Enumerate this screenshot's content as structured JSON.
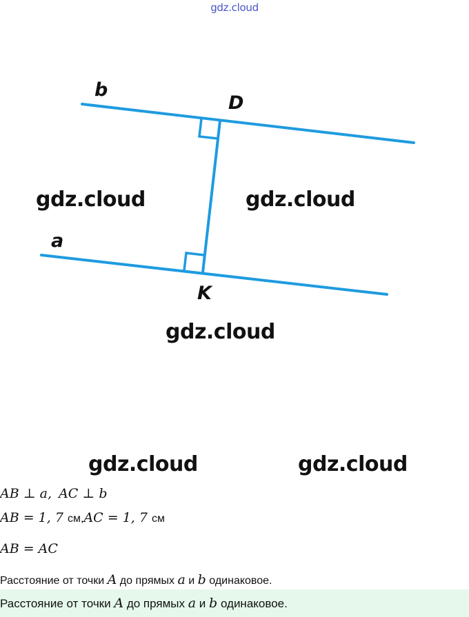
{
  "top_watermark": "gdz.cloud",
  "watermarks": [
    "gdz.cloud",
    "gdz.cloud",
    "gdz.cloud",
    "gdz.cloud",
    "gdz.cloud"
  ],
  "diagram": {
    "line_color": "#1e9be0",
    "labels": {
      "b": "b",
      "a": "a",
      "D": "D",
      "K": "K"
    }
  },
  "solution": {
    "line1": {
      "ab": "AB",
      "perp1": "⊥",
      "a": "a,",
      "ac": "AC",
      "perp2": "⊥",
      "b": "b"
    },
    "line2": {
      "ab": "AB = 1, 7",
      "unit1": "см",
      "comma": ",",
      "ac": "AC = 1, 7",
      "unit2": "см"
    },
    "line3": "AB = AC",
    "sentence": {
      "part1": "Расстояние от точки",
      "A": "A",
      "part2": "до прямых",
      "a": "a",
      "and": "и",
      "b": "b",
      "part3": "одинаковое."
    }
  },
  "answer": {
    "part1": "Расстояние от точки",
    "A": "A",
    "part2": "до прямых",
    "a": "a",
    "and": "и",
    "b": "b",
    "part3": "одинаковое.",
    "background": "#e6f8ec"
  }
}
